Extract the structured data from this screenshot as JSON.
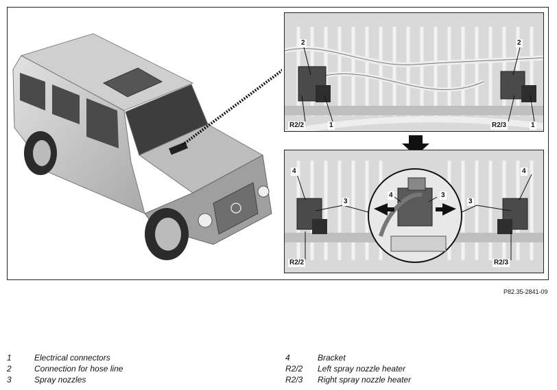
{
  "figure_ref": "P82.35-2841-09",
  "callouts": {
    "top_left_2": "2",
    "top_left_r22": "R2/2",
    "top_left_1": "1",
    "top_right_2": "2",
    "top_right_r23": "R2/3",
    "top_right_1": "1",
    "bot_left_4": "4",
    "bot_left_3": "3",
    "bot_left_r22": "R2/2",
    "mid_4": "4",
    "mid_3": "3",
    "bot_right_4": "4",
    "bot_right_3": "3",
    "bot_right_r23": "R2/3"
  },
  "legend_left": [
    {
      "num": "1",
      "text": "Electrical connectors"
    },
    {
      "num": "2",
      "text": "Connection for hose line"
    },
    {
      "num": "3",
      "text": "Spray nozzles"
    }
  ],
  "legend_right": [
    {
      "num": "4",
      "text": "Bracket"
    },
    {
      "num": "R2/2",
      "text": "Left spray nozzle heater"
    },
    {
      "num": "R2/3",
      "text": "Right spray nozzle heater"
    }
  ]
}
